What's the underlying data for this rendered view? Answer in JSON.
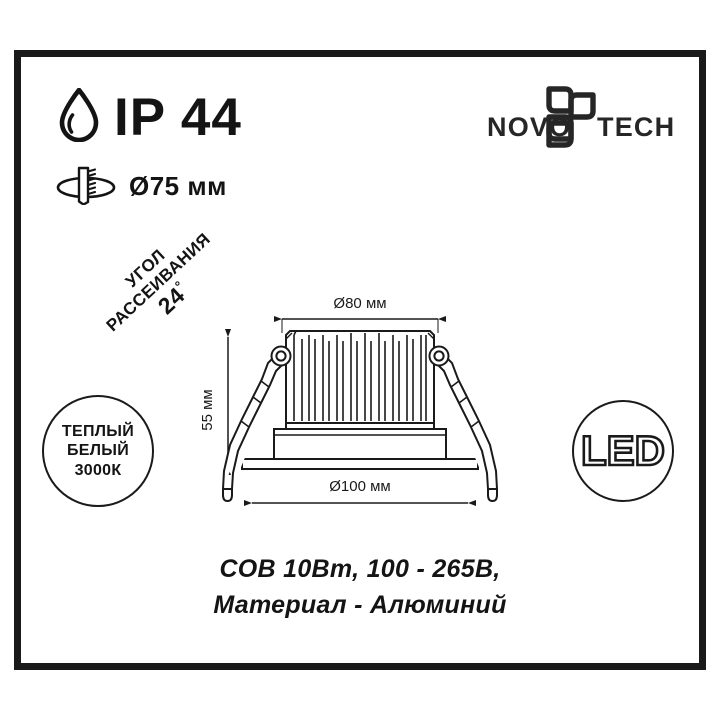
{
  "frame": {
    "border_color": "#1a1a1a"
  },
  "ip_rating": {
    "icon": "water-drop-icon",
    "label": "IP 44"
  },
  "cutout": {
    "icon": "recessed-mount-icon",
    "label": "Ø75 мм"
  },
  "brand": {
    "name": "NOVOTECH",
    "text_left": "NOVO",
    "text_right": "TECH",
    "mark": "pinwheel-logo-mark"
  },
  "beam_angle": {
    "line1": "УГОЛ",
    "line2": "РАССЕИВАНИЯ",
    "value": "24",
    "degree": "°"
  },
  "cct_badge": {
    "line1": "ТЕПЛЫЙ",
    "line2": "БЕЛЫЙ",
    "line3": "3000К"
  },
  "led_badge": {
    "label": "LED"
  },
  "drawing": {
    "dim_top": "Ø80 мм",
    "dim_left": "55 мм",
    "dim_bottom": "Ø100 мм",
    "parts": {
      "heatsink": "heatsink-fins",
      "body": "lamp-body",
      "flange": "mounting-flange",
      "springs": "mounting-spring-clips"
    }
  },
  "spec": {
    "line1": "COB 10Вт, 100 - 265В,",
    "line2": "Материал - Алюминий"
  },
  "colors": {
    "ink": "#1a1a1a",
    "background": "#ffffff"
  }
}
